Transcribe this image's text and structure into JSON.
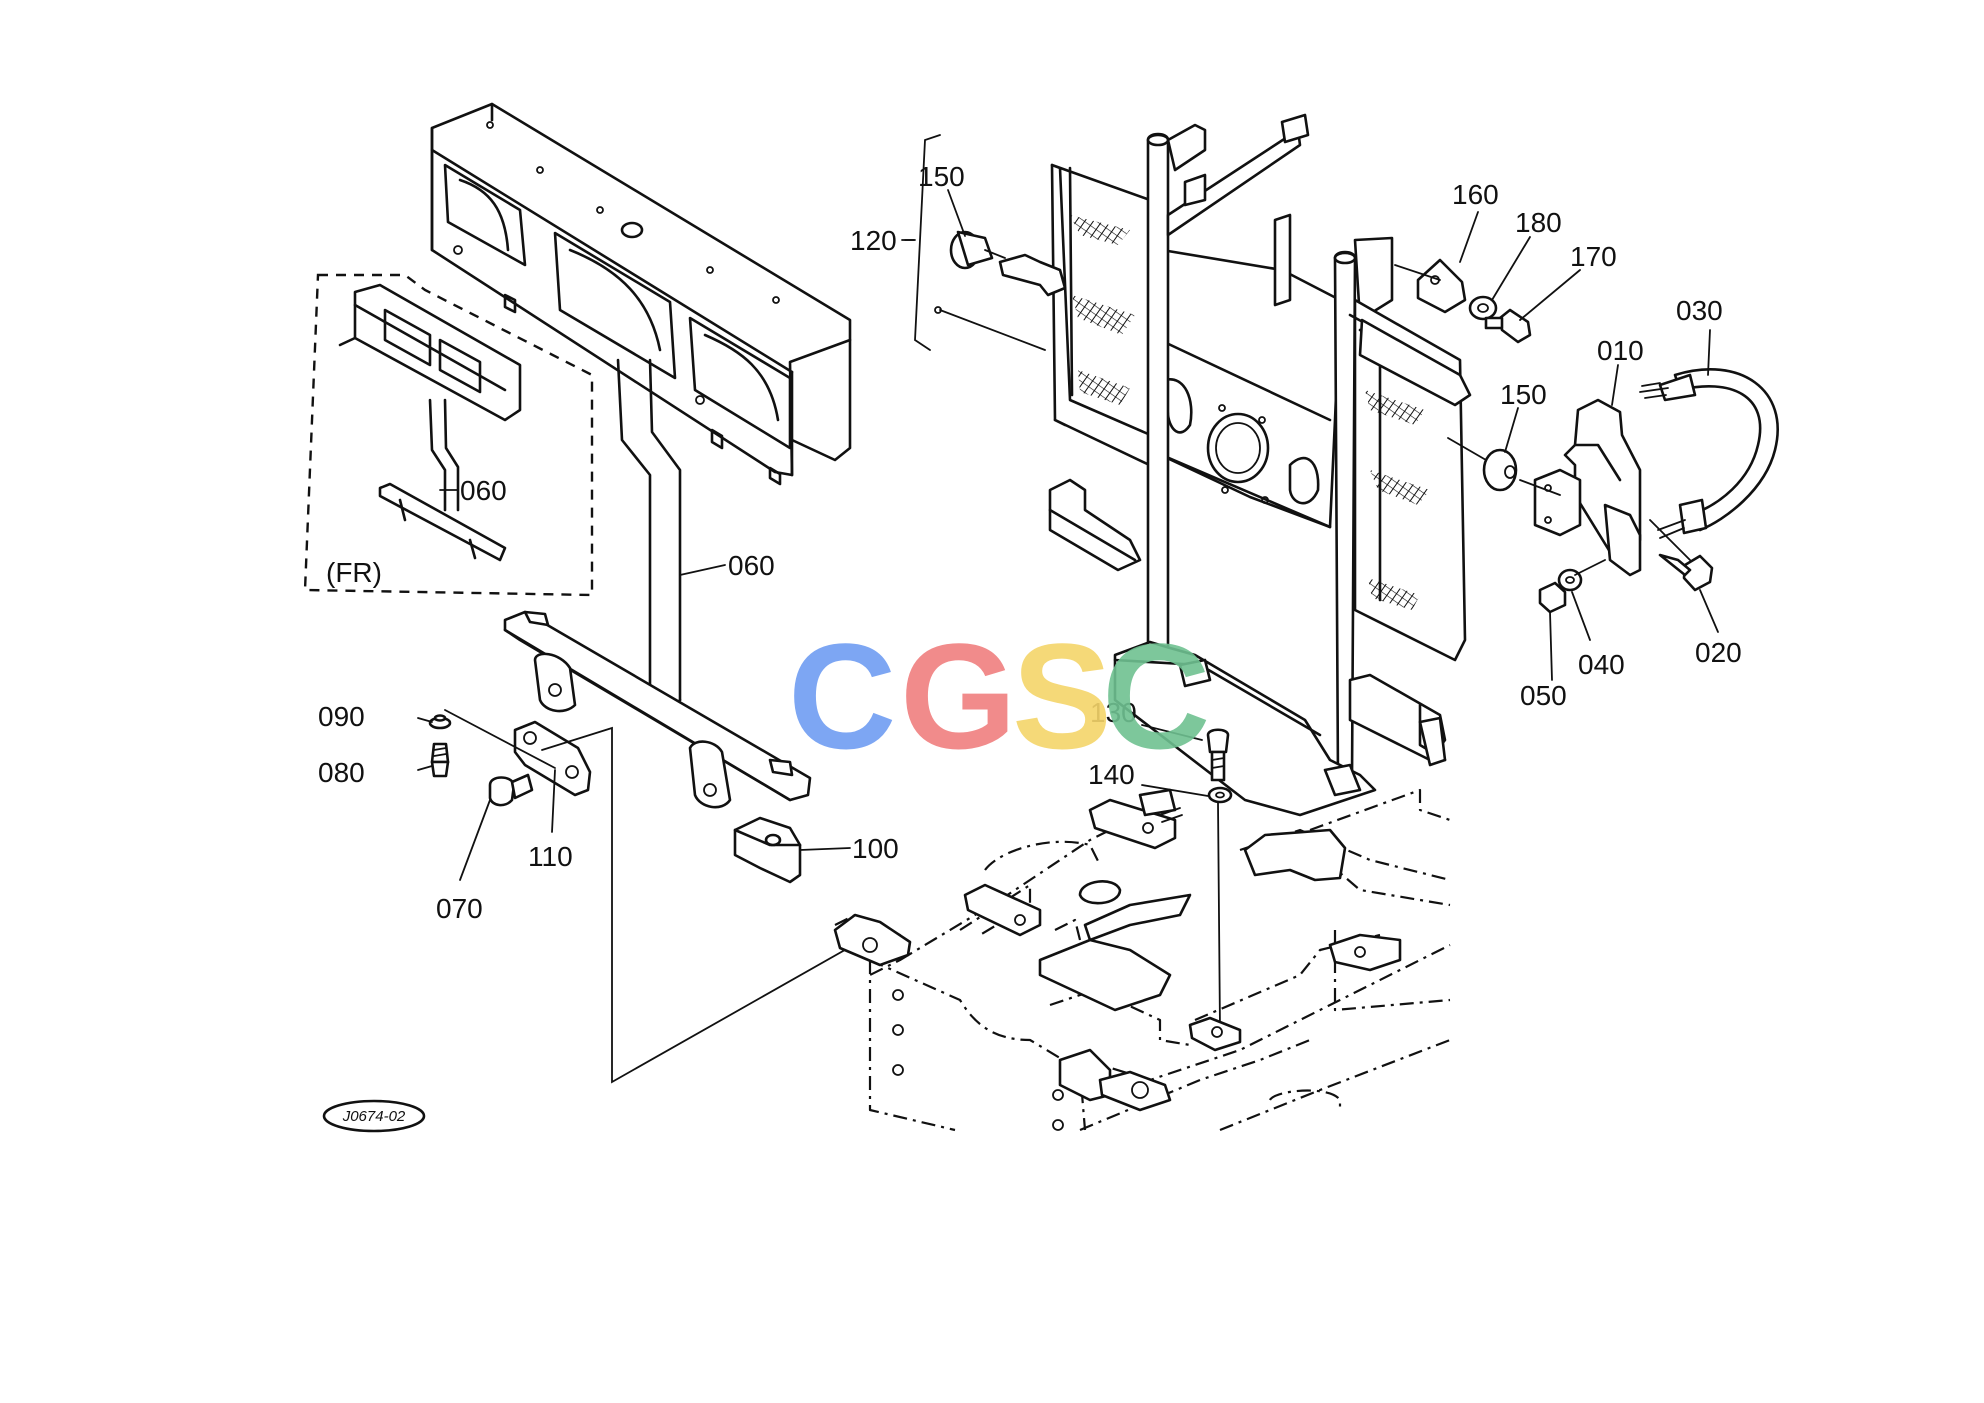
{
  "callouts": [
    {
      "id": "c060a",
      "text": "060"
    },
    {
      "id": "c060b",
      "text": "060"
    },
    {
      "id": "cfr",
      "text": "(FR)"
    },
    {
      "id": "c090",
      "text": "090"
    },
    {
      "id": "c080",
      "text": "080"
    },
    {
      "id": "c070",
      "text": "070"
    },
    {
      "id": "c110",
      "text": "110"
    },
    {
      "id": "c100",
      "text": "100"
    },
    {
      "id": "c150a",
      "text": "150"
    },
    {
      "id": "c120",
      "text": "120"
    },
    {
      "id": "c160",
      "text": "160"
    },
    {
      "id": "c180",
      "text": "180"
    },
    {
      "id": "c170",
      "text": "170"
    },
    {
      "id": "c030",
      "text": "030"
    },
    {
      "id": "c010",
      "text": "010"
    },
    {
      "id": "c150b",
      "text": "150"
    },
    {
      "id": "c130",
      "text": "130"
    },
    {
      "id": "c140",
      "text": "140"
    },
    {
      "id": "c050",
      "text": "050"
    },
    {
      "id": "c040",
      "text": "040"
    },
    {
      "id": "c020",
      "text": "020"
    }
  ],
  "figure_code": "J0674-02",
  "watermark": {
    "letters": [
      "C",
      "G",
      "S",
      "C"
    ],
    "colors": [
      "#6f9df2",
      "#f07f7f",
      "#f5d56a",
      "#6fc191"
    ]
  }
}
